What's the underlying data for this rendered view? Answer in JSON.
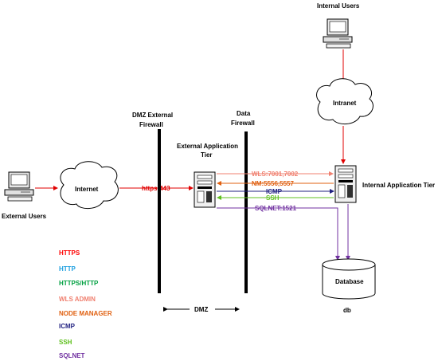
{
  "labels": {
    "internal_users": "Internal Users",
    "intranet": "Intranet",
    "internet": "Internet",
    "external_users": "External Users",
    "dmz_external_firewall_1": "DMZ External",
    "dmz_external_firewall_2": "Firewall",
    "data_firewall_1": "Data",
    "data_firewall_2": "Firewall",
    "external_app_tier_1": "External Application",
    "external_app_tier_2": "Tier",
    "internal_app_tier": "Internal Application Tier",
    "database": "Database",
    "db": "db",
    "dmz": "DMZ"
  },
  "connections": {
    "https_443": "https:443",
    "wls": "WLS:7001,7002",
    "nm": "NM:5556,5557",
    "icmp": "ICMP",
    "ssh": "SSH",
    "sqlnet": "SQLNET:1521"
  },
  "legend": [
    {
      "label": "HTTPS",
      "color": "#ff0000"
    },
    {
      "label": "HTTP",
      "color": "#1ea0e0"
    },
    {
      "label": "HTTPS/HTTP",
      "color": "#00a040"
    },
    {
      "label": "WLS ADMIN",
      "color": "#f08070"
    },
    {
      "label": "NODE MANAGER",
      "color": "#e06010"
    },
    {
      "label": "ICMP",
      "color": "#202080"
    },
    {
      "label": "SSH",
      "color": "#60c020"
    },
    {
      "label": "SQLNET",
      "color": "#7030a0"
    }
  ]
}
